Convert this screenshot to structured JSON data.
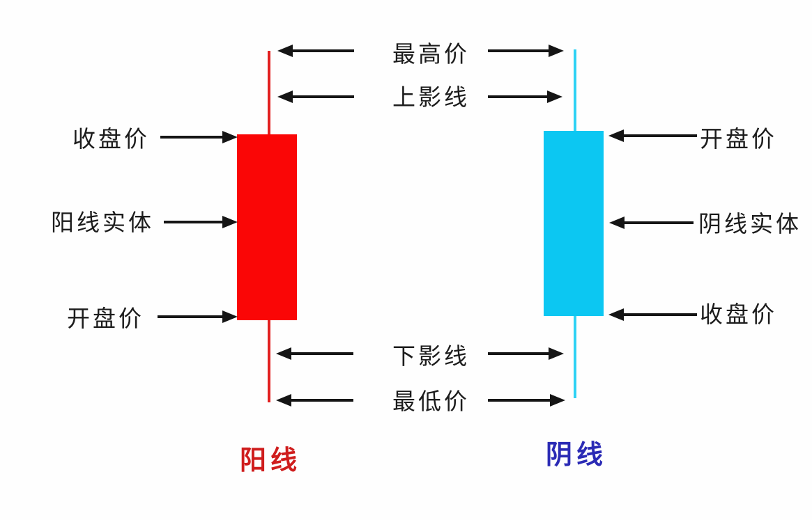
{
  "diagram": {
    "type": "candlestick-anatomy",
    "shared_labels": {
      "highest": "最高价",
      "upper_shadow": "上影线",
      "lower_shadow": "下影线",
      "lowest": "最低价"
    },
    "yang_candle": {
      "title": "阳线",
      "label_close": "收盘价",
      "label_body": "阳线实体",
      "label_open": "开盘价"
    },
    "yin_candle": {
      "title": "阴线",
      "label_open": "开盘价",
      "label_body": "阴线实体",
      "label_close": "收盘价"
    },
    "colors": {
      "yang_body": "#fa0606",
      "yang_wick": "#e22020",
      "yin_body": "#0cc7f2",
      "yin_wick": "#2ed2f4",
      "yang_title_text": "#cf1d1d",
      "yin_title_text": "#2b2bb5",
      "arrow": "#151515"
    }
  }
}
